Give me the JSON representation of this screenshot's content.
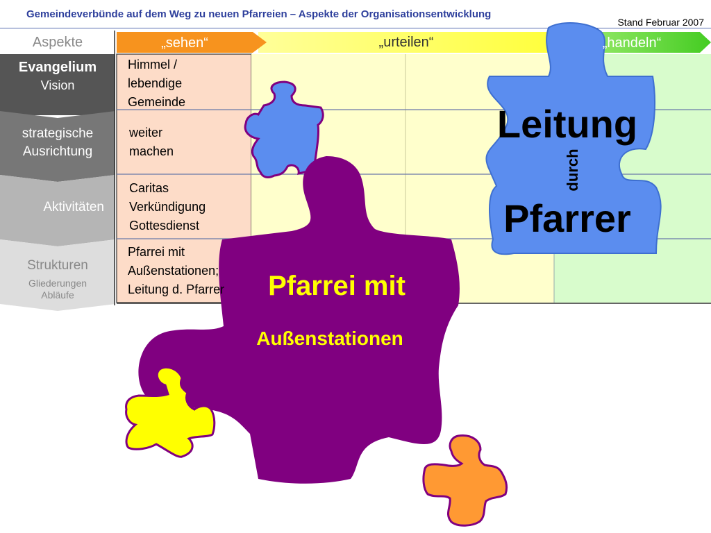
{
  "header": {
    "title": "Gemeindeverbünde auf dem Weg zu neuen Pfarreien – Aspekte der Organisationsentwicklung",
    "date": "Stand Februar 2007"
  },
  "aspects_label": "Aspekte",
  "columns": [
    "„sehen“",
    "„urteilen“",
    "„handeln“"
  ],
  "rows": [
    {
      "title": "Evangelium",
      "subtitle": "Vision",
      "cell": [
        "Himmel /",
        "lebendige",
        "Gemeinde"
      ]
    },
    {
      "title": "strategische",
      "subtitle": "Ausrichtung",
      "cell": [
        "weiter",
        "machen"
      ]
    },
    {
      "title": "Aktivitäten",
      "subtitle": "",
      "cell": [
        "Caritas",
        "Verkündigung",
        "Gottesdienst"
      ]
    },
    {
      "title": "Strukturen",
      "subtitle": "Gliederungen",
      "subtitle2": "Abläufe",
      "cell": [
        "Pfarrei mit",
        "Außenstationen;",
        "Leitung d. Pfarrer"
      ]
    }
  ],
  "puzzle_blue": {
    "top": "Leitung",
    "middle": "durch",
    "bottom": "Pfarrer"
  },
  "puzzle_purple": {
    "line1": "Pfarrei mit",
    "line2": "Außenstationen"
  },
  "colors": {
    "title_blue": "#2e3f9c",
    "sehen": "#f7931e",
    "urteilen": "#ffff66",
    "handeln": "#66dd44",
    "sehen_fill": "#fddcc8",
    "urteilen_fill": "#ffffcc",
    "handeln_fill": "#d8fccc",
    "puzzle_blue": "#5b8def",
    "puzzle_purple": "#800080",
    "puzzle_yellow": "#ffff00",
    "puzzle_orange": "#ff9933"
  }
}
